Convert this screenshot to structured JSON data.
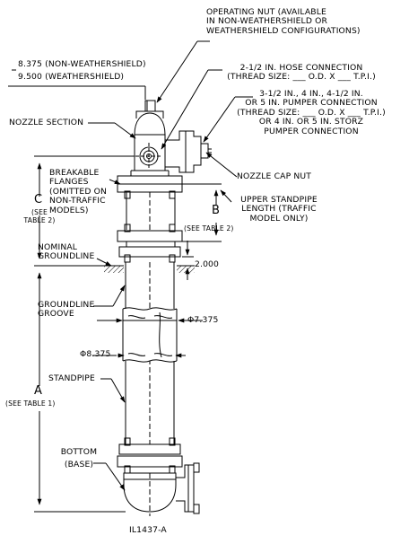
{
  "labels": {
    "operating_nut": [
      "OPERATING NUT (AVAILABLE",
      "IN NON-WEATHERSHIELD OR",
      "WEATHERSHIELD CONFIGURATIONS)"
    ],
    "dim_non_weathershield": "8.375 (NON-WEATHERSHIELD)",
    "dim_weathershield": "9.500 (WEATHERSHIELD)",
    "hose_connection": [
      "2-1/2 IN. HOSE CONNECTION",
      "(THREAD SIZE: ___ O.D. X ___ T.P.I.)"
    ],
    "pumper_connection": [
      "3-1/2 IN., 4 IN., 4-1/2 IN.",
      "OR 5 IN. PUMPER CONNECTION",
      "(THREAD SIZE: ___ O.D. X ___ T.P.I.)",
      "OR 4 IN. OR 5 IN. STORZ",
      "PUMPER CONNECTION"
    ],
    "nozzle_section": "NOZZLE SECTION",
    "nozzle_cap_nut": "NOZZLE CAP NUT",
    "breakable_flanges": [
      "BREAKABLE",
      "FLANGES",
      "(OMITTED ON",
      "NON-TRAFFIC",
      "MODELS)"
    ],
    "upper_standpipe": [
      "UPPER STANDPIPE",
      "LENGTH (TRAFFIC",
      "MODEL ONLY)"
    ],
    "dim_c": "C",
    "see_table_2_c": [
      "(SEE",
      "TABLE 2)"
    ],
    "dim_b": "B",
    "see_table_2_b": "(SEE TABLE 2)",
    "nominal_groundline": [
      "NOMINAL",
      "GROUNDLINE"
    ],
    "dim_2000": "2.000",
    "groundline_groove": [
      "GROUNDLINE",
      "GROOVE"
    ],
    "dim_7375": "Φ7.375",
    "dim_8375": "Φ8.375",
    "standpipe": "STANDPIPE",
    "dim_a": "A",
    "see_table_1": "(SEE TABLE 1)",
    "bottom_base": [
      "BOTTOM",
      "(BASE)"
    ],
    "drawing_id": "IL1437-A"
  }
}
